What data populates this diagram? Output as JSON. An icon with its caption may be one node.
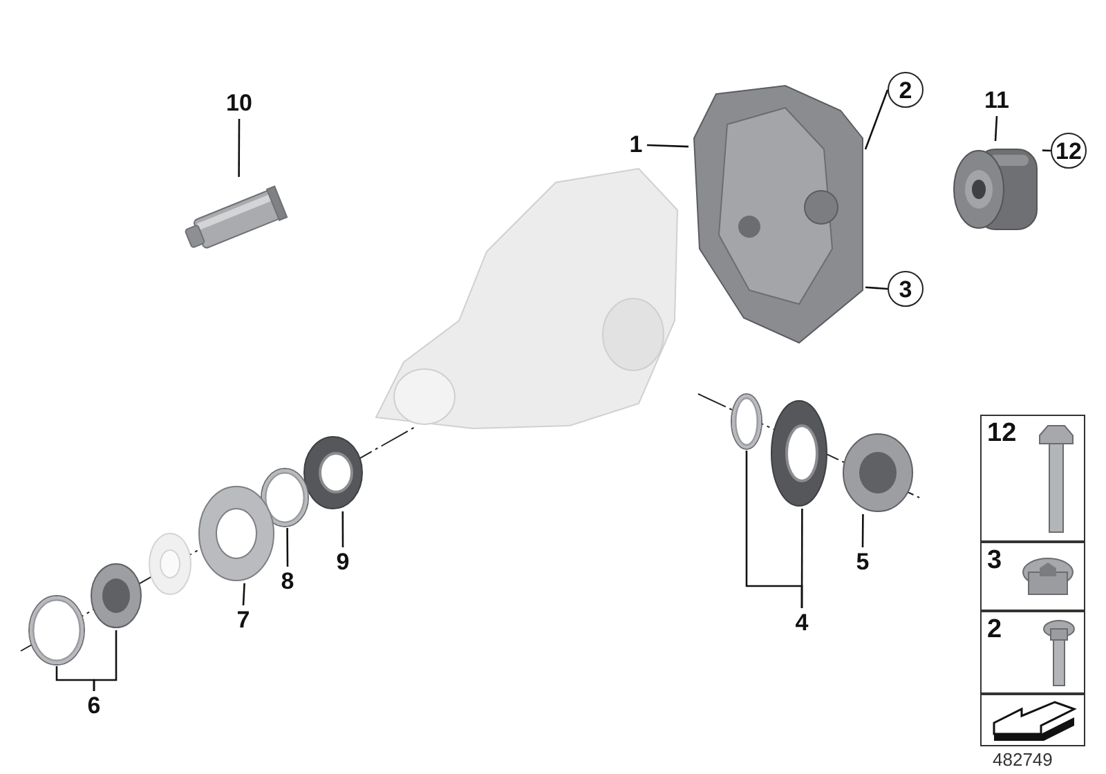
{
  "diagram": {
    "nodes": [
      {
        "text": [
          "10"
        ]
      },
      {
        "text": [],
        "shape": "picture"
      },
      {
        "text": [
          "11"
        ]
      },
      {
        "text": [],
        "shape": "picture"
      },
      {
        "text": [
          "2"
        ]
      },
      {
        "text": [
          "1"
        ]
      },
      {
        "text": [],
        "shape": "picture"
      },
      {
        "text": [],
        "shape": "picture"
      },
      {
        "text": [
          "12"
        ]
      },
      {
        "text": [
          "3"
        ]
      },
      {
        "text": [],
        "shape": "picture"
      },
      {
        "text": [],
        "shape": "picture"
      },
      {
        "text": [],
        "shape": "picture"
      },
      {
        "text": [
          "4"
        ]
      },
      {
        "text": [
          "5"
        ]
      },
      {
        "text": [],
        "shape": "picture"
      },
      {
        "text": [],
        "shape": "picture"
      },
      {
        "text": [],
        "shape": "picture"
      },
      {
        "text": [
          "9"
        ]
      },
      {
        "text": [
          "8"
        ]
      },
      {
        "text": [
          "7"
        ]
      },
      {
        "text": [],
        "shape": "picture"
      },
      {
        "text": [],
        "shape": "picture"
      },
      {
        "text": [
          "6"
        ]
      },
      {
        "text": [
          "12"
        ]
      },
      {
        "text": [
          "3"
        ]
      },
      {
        "text": [
          "2"
        ]
      },
      {
        "text": [],
        "shape": "picture"
      }
    ],
    "edges": [
      {
        "from": 0,
        "to": 1,
        "arrow": "none"
      },
      {
        "from": 2,
        "to": 3,
        "arrow": "none"
      },
      {
        "from": 4,
        "to": 6,
        "arrow": "none"
      },
      {
        "from": 5,
        "to": 6,
        "arrow": "none"
      },
      {
        "from": 8,
        "to": 3,
        "arrow": "none"
      },
      {
        "from": 9,
        "to": 6,
        "arrow": "none"
      },
      {
        "from": 13,
        "to": 10,
        "arrow": "none"
      },
      {
        "from": 13,
        "to": 11,
        "arrow": "none"
      },
      {
        "from": 14,
        "to": 12,
        "arrow": "none"
      },
      {
        "from": 18,
        "to": 15,
        "arrow": "none"
      },
      {
        "from": 19,
        "to": 16,
        "arrow": "none"
      },
      {
        "from": 20,
        "to": 17,
        "arrow": "none"
      },
      {
        "from": 23,
        "to": 21,
        "arrow": "none"
      },
      {
        "from": 23,
        "to": 22,
        "arrow": "none"
      }
    ],
    "labels": [
      "482749"
    ]
  }
}
